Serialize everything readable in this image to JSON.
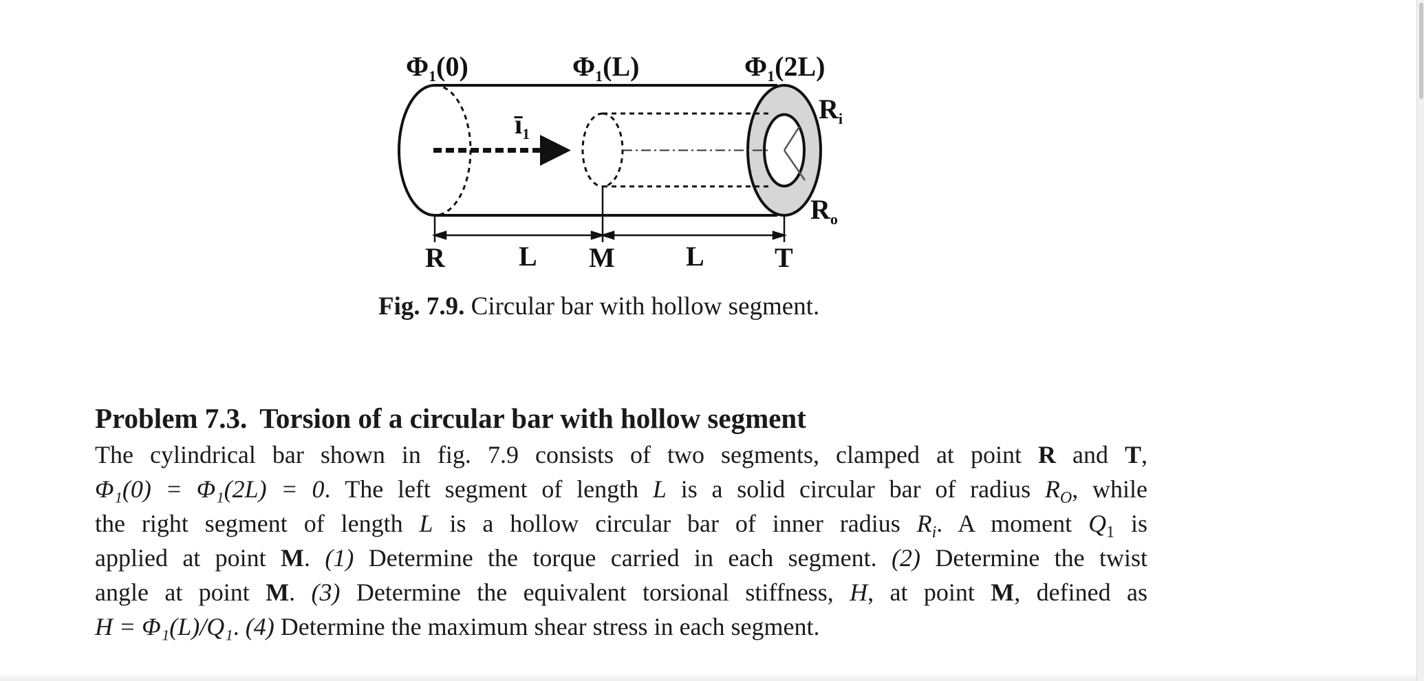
{
  "figure": {
    "phi_left": {
      "main": "Φ",
      "sub": "1",
      "arg": "(0)"
    },
    "phi_mid": {
      "main": "Φ",
      "sub": "1",
      "arg": "(L)"
    },
    "phi_right": {
      "main": "Φ",
      "sub": "1",
      "arg": "(2L)"
    },
    "axis_vector": {
      "main": "ī",
      "sub": "1"
    },
    "inner_radius": {
      "main": "R",
      "sub": "i"
    },
    "outer_radius": {
      "main": "R",
      "sub": "o"
    },
    "points": [
      "R",
      "M",
      "T"
    ],
    "lengths": [
      "L",
      "L"
    ]
  },
  "caption": {
    "label": "Fig. 7.9.",
    "text": "Circular bar with hollow segment."
  },
  "problem": {
    "number": "Problem 7.3.",
    "title": "Torsion of a circular bar with hollow segment",
    "lines": [
      [
        {
          "t": "The cylindrical bar shown in fig. 7.9 consists of two segments, clamped at point ",
          "s": ""
        },
        {
          "t": "R",
          "s": "bf"
        },
        {
          "t": " and ",
          "s": ""
        },
        {
          "t": "T",
          "s": "bf"
        },
        {
          "t": ",",
          "s": ""
        }
      ],
      [
        {
          "t": "Φ₁(0) = Φ₁(2L) = 0",
          "s": "math"
        },
        {
          "t": ". The left segment of length ",
          "s": ""
        },
        {
          "t": "L",
          "s": "math"
        },
        {
          "t": " is a solid circular bar of radius ",
          "s": ""
        },
        {
          "t": "R",
          "s": "math"
        },
        {
          "t": "O",
          "s": "math-sub"
        },
        {
          "t": ", while",
          "s": ""
        }
      ],
      [
        {
          "t": "the right segment of length ",
          "s": ""
        },
        {
          "t": "L",
          "s": "math"
        },
        {
          "t": " is a hollow circular bar of inner radius ",
          "s": ""
        },
        {
          "t": "R",
          "s": "math"
        },
        {
          "t": "i",
          "s": "math-sub"
        },
        {
          "t": ". A moment ",
          "s": ""
        },
        {
          "t": "Q",
          "s": "math"
        },
        {
          "t": "1",
          "s": "sub"
        },
        {
          "t": " is",
          "s": ""
        }
      ],
      [
        {
          "t": "applied at point ",
          "s": ""
        },
        {
          "t": "M",
          "s": "bf"
        },
        {
          "t": ". ",
          "s": ""
        },
        {
          "t": "(1)",
          "s": "it"
        },
        {
          "t": " Determine the torque carried in each segment. ",
          "s": ""
        },
        {
          "t": "(2)",
          "s": "it"
        },
        {
          "t": " Determine the twist",
          "s": ""
        }
      ],
      [
        {
          "t": "angle at point ",
          "s": ""
        },
        {
          "t": "M",
          "s": "bf"
        },
        {
          "t": ". ",
          "s": ""
        },
        {
          "t": "(3)",
          "s": "it"
        },
        {
          "t": " Determine the equivalent torsional stiffness, ",
          "s": ""
        },
        {
          "t": "H",
          "s": "math"
        },
        {
          "t": ", at point ",
          "s": ""
        },
        {
          "t": "M",
          "s": "bf"
        },
        {
          "t": ", defined as",
          "s": ""
        }
      ],
      [
        {
          "t": "H = Φ₁(L)/Q₁",
          "s": "math"
        },
        {
          "t": ". ",
          "s": ""
        },
        {
          "t": "(4)",
          "s": "it"
        },
        {
          "t": " Determine the maximum shear stress in each segment.",
          "s": ""
        }
      ]
    ]
  }
}
